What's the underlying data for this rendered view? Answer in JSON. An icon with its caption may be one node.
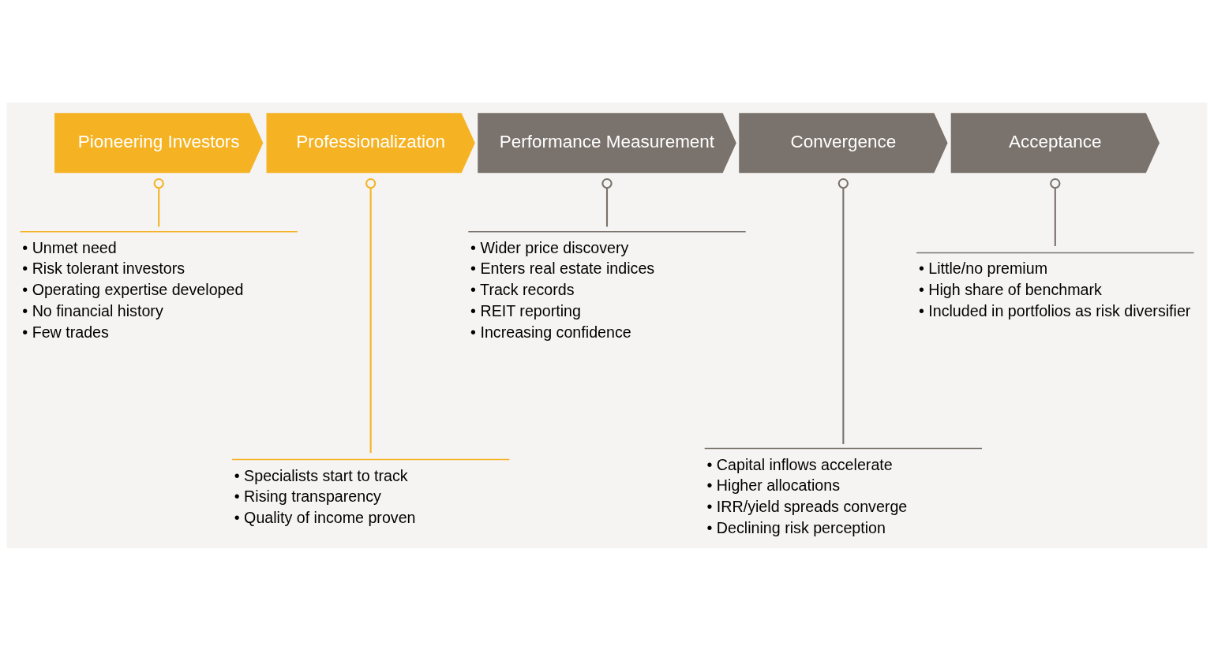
{
  "diagram": {
    "nodes": [
      {
        "text": [
          "Pioneering Investors"
        ]
      },
      {
        "text": [
          "Professionalization"
        ]
      },
      {
        "text": [
          "Performance Measurement"
        ]
      },
      {
        "text": [
          "Convergence"
        ]
      },
      {
        "text": [
          "Acceptance"
        ]
      },
      {
        "text": [
          "• Unmet need",
          "• Risk tolerant investors",
          "• Operating expertise developed",
          "• No financial history",
          "• Few trades"
        ]
      },
      {
        "text": [
          "• Specialists start to track",
          "• Rising transparency",
          "• Quality of income proven"
        ]
      },
      {
        "text": [
          "• Wider price discovery",
          "• Enters real estate indices",
          "• Track records",
          "• REIT reporting",
          "• Increasing confidence"
        ]
      },
      {
        "text": [
          "• Capital inflows accelerate",
          "• Higher allocations",
          "• IRR/yield spreads converge",
          "• Declining risk perception"
        ]
      },
      {
        "text": [
          "• Little/no premium",
          "• High share of benchmark",
          "• Included in portfolios as risk diversifier"
        ]
      }
    ],
    "edges": [
      {
        "from": 0,
        "to": 5,
        "arrow": "other",
        "color": "#f5b324"
      },
      {
        "from": 1,
        "to": 6,
        "arrow": "other",
        "color": "#f5b324"
      },
      {
        "from": 2,
        "to": 7,
        "arrow": "other"
      },
      {
        "from": 3,
        "to": 8,
        "arrow": "other"
      },
      {
        "from": 4,
        "to": 9,
        "arrow": "other"
      }
    ]
  }
}
